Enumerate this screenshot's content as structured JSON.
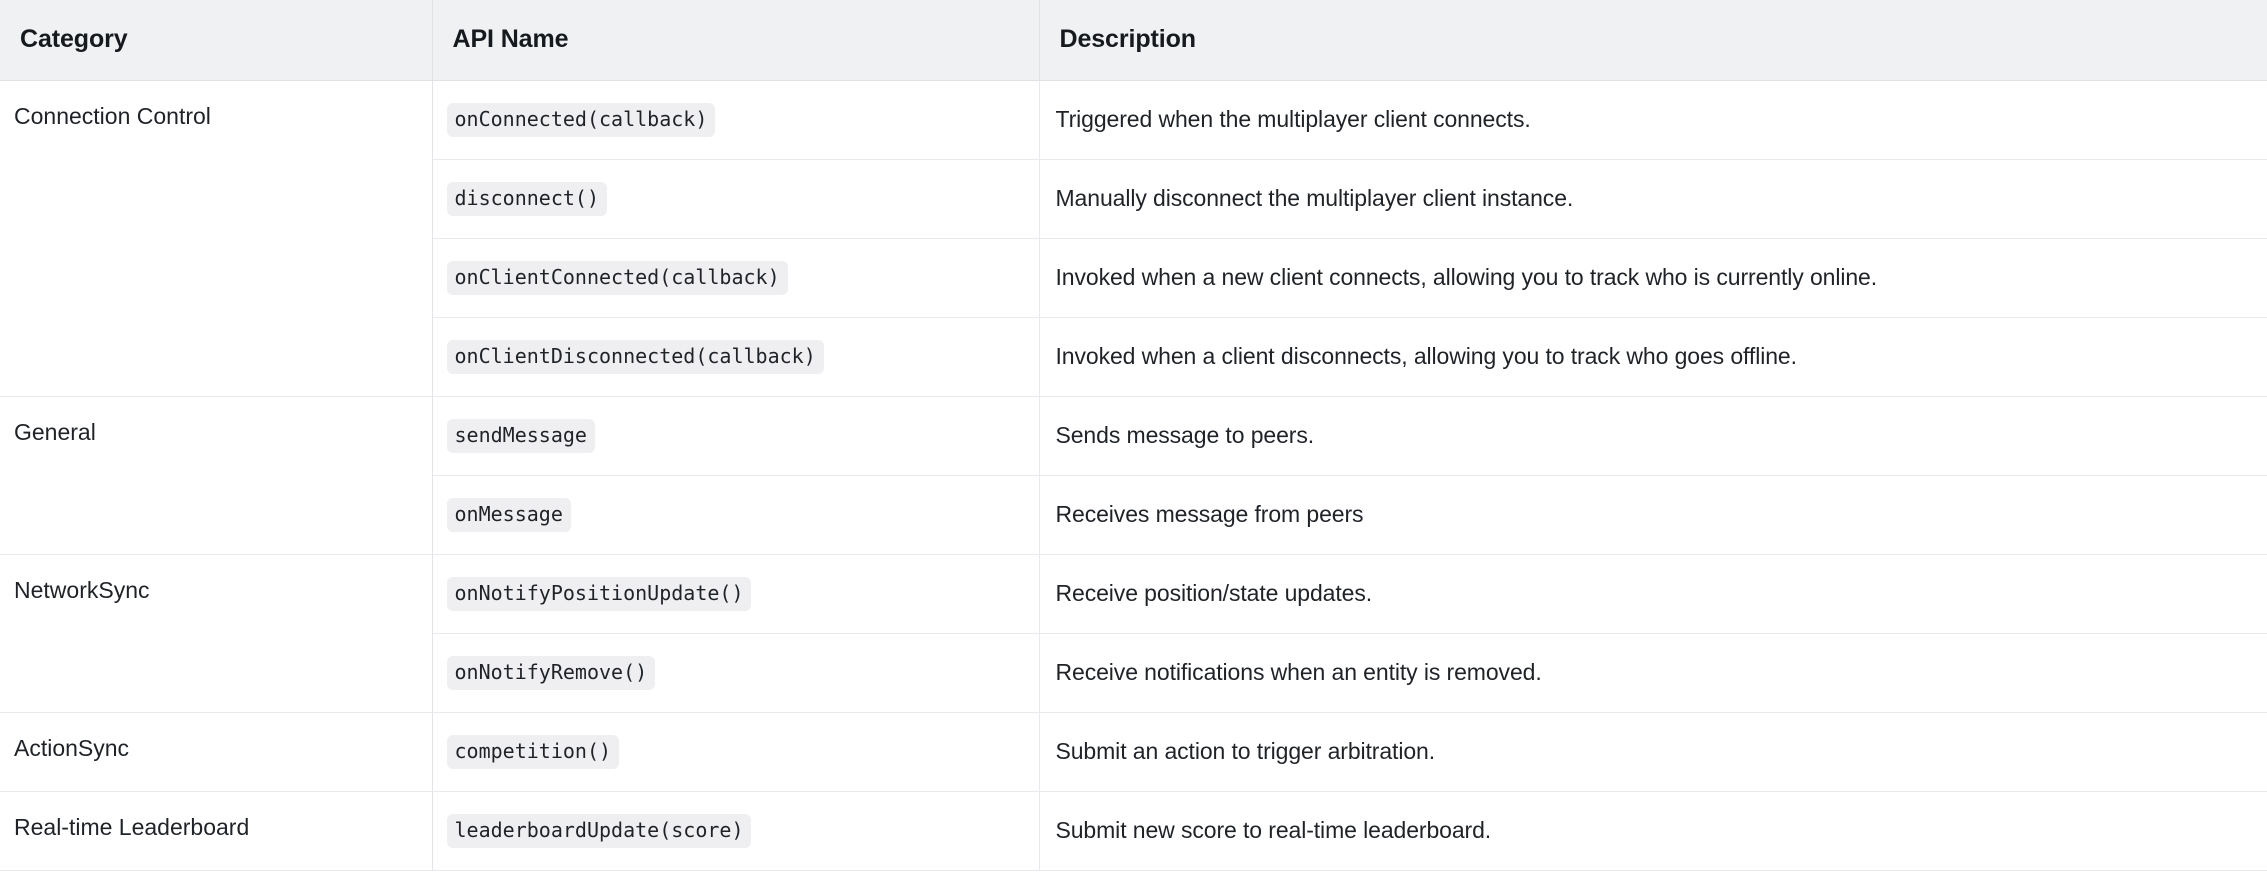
{
  "table": {
    "columns": [
      {
        "key": "category",
        "label": "Category"
      },
      {
        "key": "api_name",
        "label": "API Name"
      },
      {
        "key": "description",
        "label": "Description"
      }
    ],
    "header_background": "#f0f1f2",
    "chip_background": "#efeff1",
    "border_color": "#e7e9ec",
    "text_color": "#1f2328",
    "groups": [
      {
        "category": "Connection Control",
        "rows": [
          {
            "api_name": "onConnected(callback)",
            "description": "Triggered when the multiplayer client connects."
          },
          {
            "api_name": "disconnect()",
            "description": "Manually disconnect the multiplayer client instance."
          },
          {
            "api_name": "onClientConnected(callback)",
            "description": "Invoked when a new client connects, allowing you to track who is currently online."
          },
          {
            "api_name": "onClientDisconnected(callback)",
            "description": "Invoked when a client disconnects, allowing you to track who goes offline."
          }
        ]
      },
      {
        "category": "General",
        "rows": [
          {
            "api_name": "sendMessage",
            "description": "Sends message to peers."
          },
          {
            "api_name": "onMessage",
            "description": "Receives message from peers"
          }
        ]
      },
      {
        "category": "NetworkSync",
        "rows": [
          {
            "api_name": "onNotifyPositionUpdate()",
            "description": "Receive position/state updates."
          },
          {
            "api_name": "onNotifyRemove()",
            "description": "Receive notifications when an entity is removed."
          }
        ]
      },
      {
        "category": "ActionSync",
        "rows": [
          {
            "api_name": "competition()",
            "description": "Submit an action to trigger arbitration."
          }
        ]
      },
      {
        "category": "Real-time Leaderboard",
        "rows": [
          {
            "api_name": "leaderboardUpdate(score)",
            "description": "Submit new score to real-time leaderboard."
          }
        ]
      }
    ]
  }
}
